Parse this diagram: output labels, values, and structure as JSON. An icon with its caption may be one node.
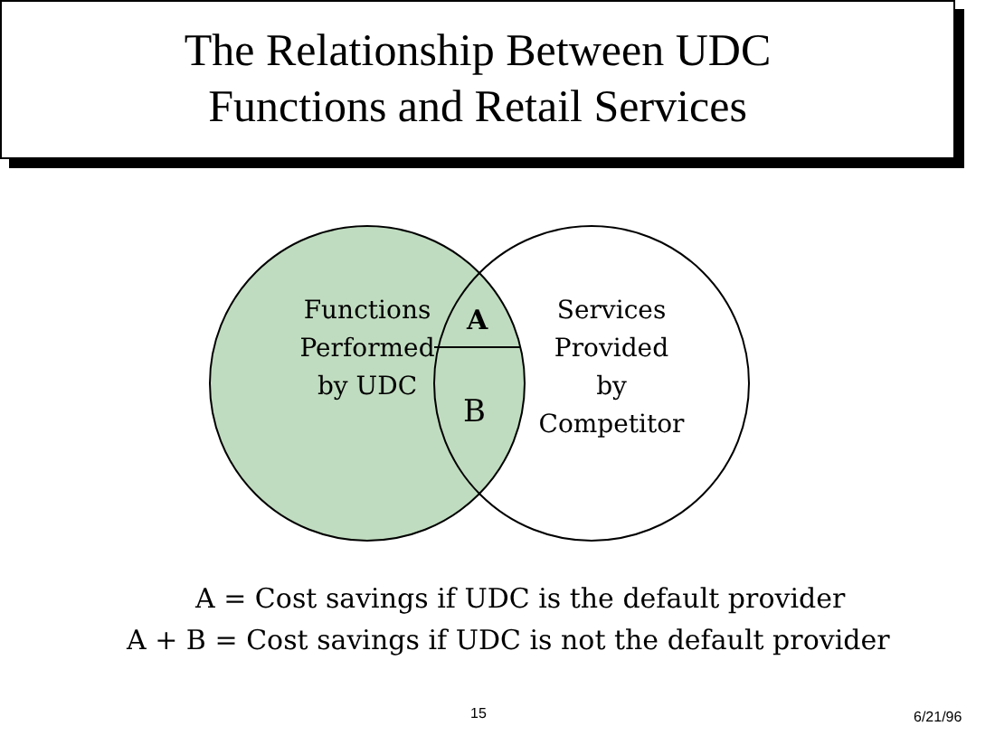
{
  "diagram": {
    "title": "The Relationship Between UDC Functions and Retail Services",
    "nodes": [
      {
        "text": [
          "Functions Performed by UDC"
        ]
      },
      {
        "text": [
          "Services Provided by Competitor"
        ]
      }
    ],
    "edges": [],
    "labels": [
      "A",
      "B",
      "A = Cost savings if UDC is the default provider",
      "A + B = Cost savings if UDC is not the default provider",
      "15",
      "6/21/96"
    ]
  }
}
